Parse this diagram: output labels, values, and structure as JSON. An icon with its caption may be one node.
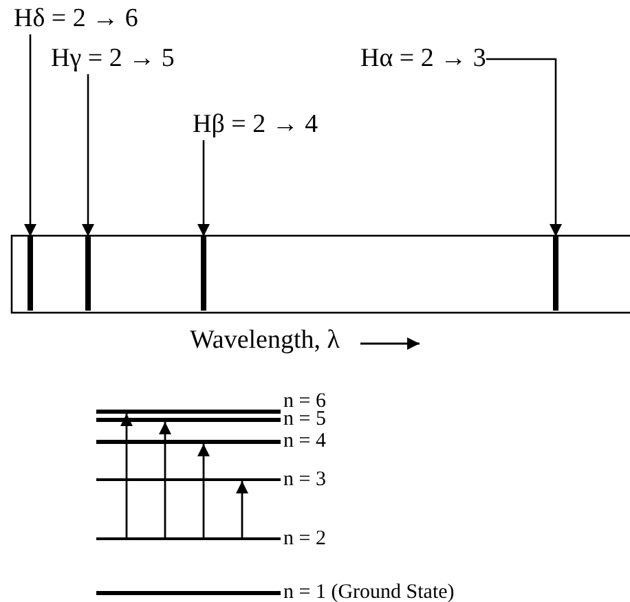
{
  "diagram": {
    "nodes": [
      {
        "text": [
          "Hδ = 2 → 6"
        ]
      },
      {
        "text": [
          "Hγ = 2 → 5"
        ]
      },
      {
        "text": [
          "Hα = 2 → 3"
        ]
      },
      {
        "text": [
          "Hβ = 2 → 4"
        ]
      },
      {
        "text": [],
        "shape": "bar"
      },
      {
        "text": [],
        "shape": "bar"
      },
      {
        "text": [],
        "shape": "bar"
      },
      {
        "text": [],
        "shape": "bar"
      },
      {
        "text": [],
        "shape": "bar",
        "beside": [
          "n = 6"
        ]
      },
      {
        "text": [],
        "shape": "bar",
        "beside": [
          "n = 5"
        ]
      },
      {
        "text": [],
        "shape": "bar",
        "beside": [
          "n = 4"
        ]
      },
      {
        "text": [],
        "shape": "bar",
        "beside": [
          "n = 3"
        ]
      },
      {
        "text": [],
        "shape": "bar",
        "beside": [
          "n = 2"
        ]
      },
      {
        "text": [],
        "shape": "bar",
        "beside": [
          "n = 1 (Ground State)"
        ]
      }
    ],
    "edges": [
      {
        "from": 0,
        "to": 4,
        "arrow": "to"
      },
      {
        "from": 1,
        "to": 5,
        "arrow": "to"
      },
      {
        "from": 3,
        "to": 6,
        "arrow": "to"
      },
      {
        "from": 2,
        "to": 7,
        "arrow": "to"
      },
      {
        "from": 12,
        "to": 8,
        "arrow": "to"
      },
      {
        "from": 12,
        "to": 9,
        "arrow": "to"
      },
      {
        "from": 12,
        "to": 10,
        "arrow": "to"
      },
      {
        "from": 12,
        "to": 11,
        "arrow": "to"
      }
    ],
    "labels": [
      "Wavelength, λ"
    ]
  }
}
